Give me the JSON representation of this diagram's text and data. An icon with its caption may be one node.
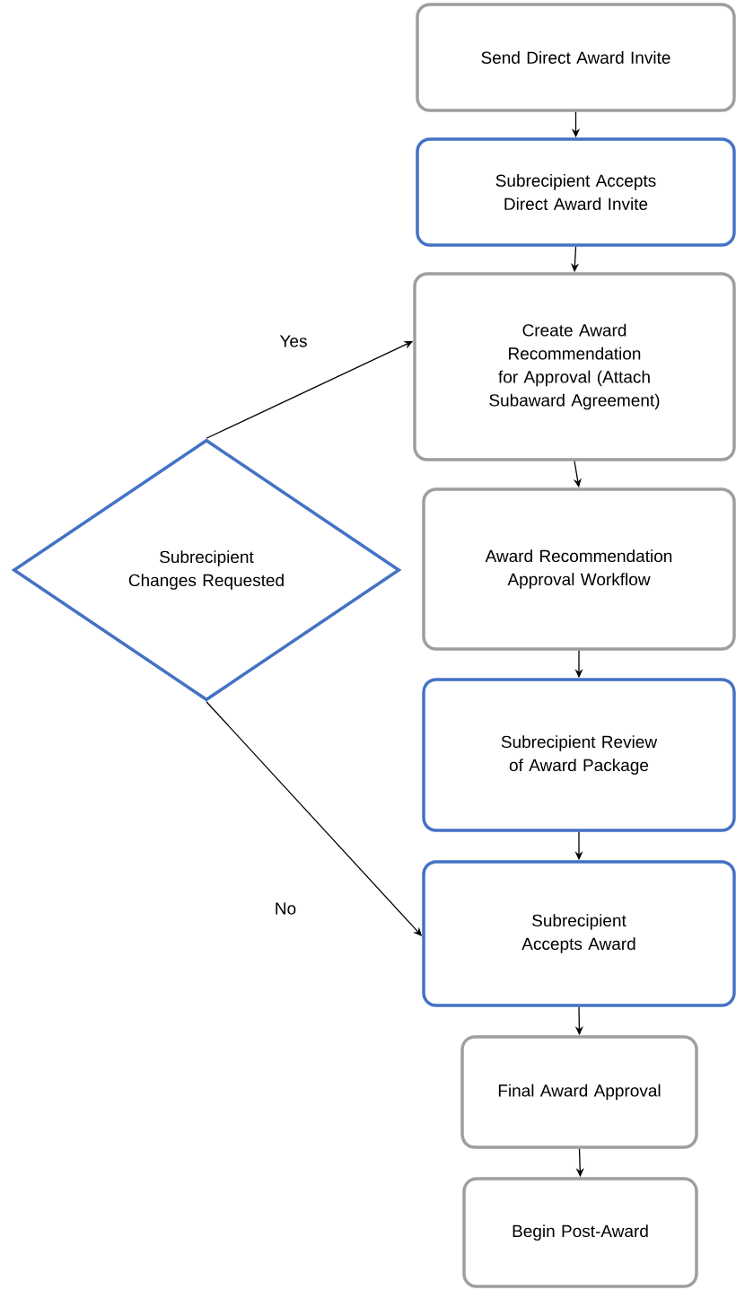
{
  "diagram": {
    "nodes": [
      {
        "text": [
          "Send Direct Award Invite"
        ]
      },
      {
        "text": [
          "Subrecipient Accepts Direct Award Invite"
        ]
      },
      {
        "text": [
          "Create Award Recommendation for Approval (Attach Subaward Agreement)"
        ]
      },
      {
        "text": [
          "Award Recommendation Approval Workflow"
        ]
      },
      {
        "text": [
          "Subrecipient Review of Award Package"
        ]
      },
      {
        "text": [
          "Subrecipient Accepts Award"
        ]
      },
      {
        "text": [
          "Final Award Approval"
        ]
      },
      {
        "text": [
          "Begin Post-Award"
        ]
      },
      {
        "text": [
          "Subrecipient Changes Requested"
        ]
      }
    ],
    "edges": [
      {
        "from": 0,
        "to": 1,
        "arrow": "to"
      },
      {
        "from": 1,
        "to": 2,
        "arrow": "to"
      },
      {
        "from": 2,
        "to": 3,
        "arrow": "to"
      },
      {
        "from": 3,
        "to": 4,
        "arrow": "to"
      },
      {
        "from": 4,
        "to": 5,
        "arrow": "to"
      },
      {
        "from": 5,
        "to": 6,
        "arrow": "to"
      },
      {
        "from": 6,
        "to": 7,
        "arrow": "to"
      },
      {
        "from": 8,
        "to": 2,
        "arrow": "to",
        "label": "Yes"
      },
      {
        "from": 8,
        "to": 5,
        "arrow": "to",
        "label": "No"
      }
    ]
  }
}
